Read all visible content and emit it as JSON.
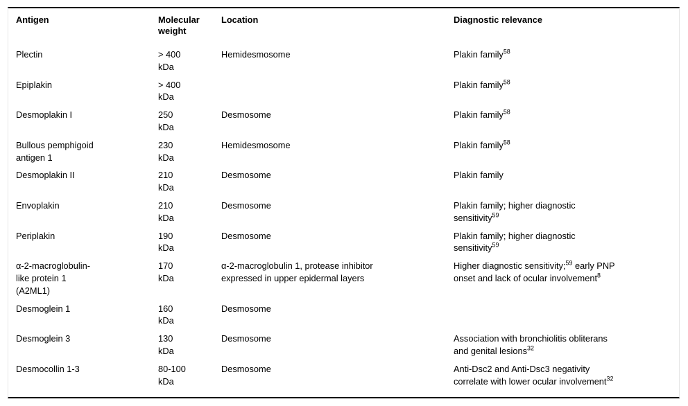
{
  "table": {
    "name": "antigen-table",
    "columns": [
      {
        "key": "antigen",
        "header": "Antigen"
      },
      {
        "key": "mw",
        "header": "Molecular\nweight"
      },
      {
        "key": "location",
        "header": "Location"
      },
      {
        "key": "diag",
        "header": "Diagnostic relevance"
      }
    ],
    "rows": [
      {
        "antigen": "Plectin",
        "mw": "> 400\nkDa",
        "location": "Hemidesmosome",
        "diag": "Plakin family",
        "diag_sup": "58"
      },
      {
        "antigen": "Epiplakin",
        "mw": "> 400\nkDa",
        "location": "",
        "diag": "Plakin family",
        "diag_sup": "58"
      },
      {
        "antigen": "Desmoplakin I",
        "mw": "250\nkDa",
        "location": "Desmosome",
        "diag": "Plakin family",
        "diag_sup": "58"
      },
      {
        "antigen": "Bullous pemphigoid\nantigen 1",
        "mw": "230\nkDa",
        "location": "Hemidesmosome",
        "diag": "Plakin family",
        "diag_sup": "58"
      },
      {
        "antigen": "Desmoplakin II",
        "mw": "210\nkDa",
        "location": "Desmosome",
        "diag": "Plakin family",
        "diag_sup": ""
      },
      {
        "antigen": "Envoplakin",
        "mw": "210\nkDa",
        "location": "Desmosome",
        "diag": "Plakin family; higher diagnostic\nsensitivity",
        "diag_sup": "59"
      },
      {
        "antigen": "Periplakin",
        "mw": "190\nkDa",
        "location": "Desmosome",
        "diag": "Plakin family; higher diagnostic\nsensitivity",
        "diag_sup": "59"
      },
      {
        "antigen": "α-2-macroglobulin-\nlike protein 1\n(A2ML1)",
        "mw": "170\nkDa",
        "location": "α-2-macroglobulin 1, protease inhibitor\nexpressed in upper epidermal layers",
        "diag": "Higher diagnostic sensitivity;",
        "diag_sup": "59",
        "diag_tail": " early PNP\nonset and lack of ocular involvement",
        "diag_tail_sup": "8"
      },
      {
        "antigen": "Desmoglein 1",
        "mw": "160\nkDa",
        "location": "Desmosome",
        "diag": "",
        "diag_sup": ""
      },
      {
        "antigen": "Desmoglein 3",
        "mw": "130\nkDa",
        "location": "Desmosome",
        "diag": "Association with bronchiolitis obliterans\nand genital lesions",
        "diag_sup": "32"
      },
      {
        "antigen": "Desmocollin 1-3",
        "mw": "80-100\nkDa",
        "location": "Desmosome",
        "diag": "Anti-Dsc2 and Anti-Dsc3 negativity\ncorrelate with lower ocular involvement",
        "diag_sup": "32"
      }
    ]
  },
  "style": {
    "text_color": "#000000",
    "background": "#ffffff",
    "rule_color": "#000000",
    "side_rule_color": "#e6e6e6"
  }
}
